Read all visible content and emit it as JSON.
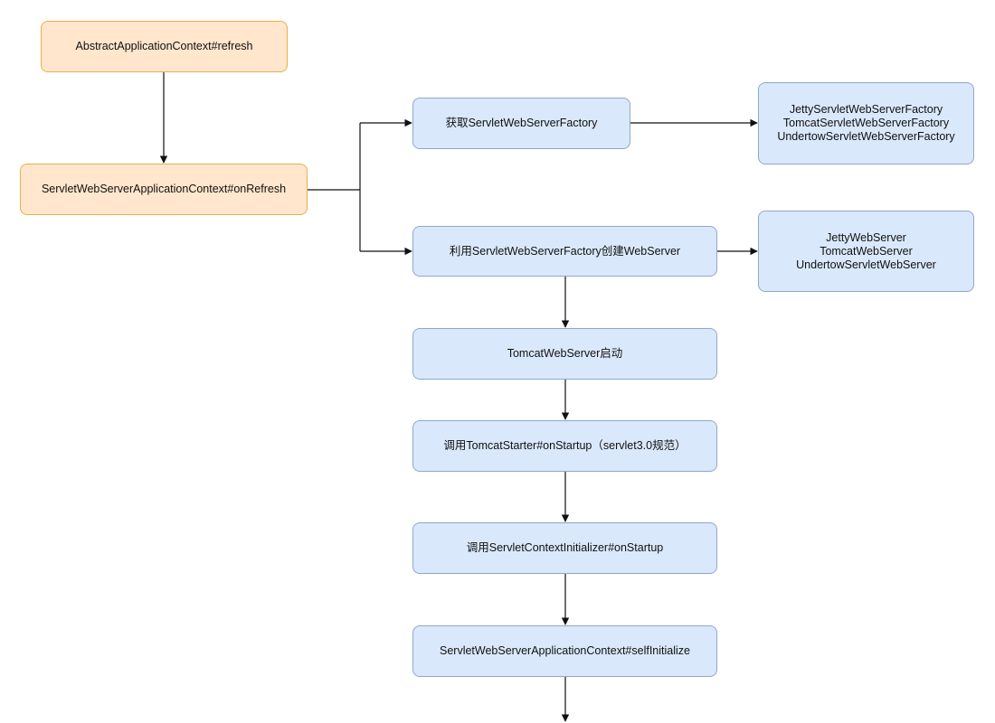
{
  "nodes": {
    "refresh": {
      "label": "AbstractApplicationContext#refresh"
    },
    "on_refresh": {
      "label": "ServletWebServerApplicationContext#onRefresh"
    },
    "get_factory": {
      "label": "获取ServletWebServerFactory"
    },
    "factory_impls": {
      "lines": [
        "JettyServletWebServerFactory",
        "TomcatServletWebServerFactory",
        "UndertowServletWebServerFactory"
      ]
    },
    "create_server": {
      "label": "利用ServletWebServerFactory创建WebServer"
    },
    "server_impls": {
      "lines": [
        "JettyWebServer",
        "TomcatWebServer",
        "UndertowServletWebServer"
      ]
    },
    "tomcat_start": {
      "label": "TomcatWebServer启动"
    },
    "tomcat_starter": {
      "label": "调用TomcatStarter#onStartup（servlet3.0规范）"
    },
    "initializer": {
      "label": "调用ServletContextInitializer#onStartup"
    },
    "self_initialize": {
      "label": "ServletWebServerApplicationContext#selfInitialize"
    }
  },
  "colors": {
    "orange_fill": "#ffe6cc",
    "orange_stroke": "#e8b04a",
    "blue_fill": "#dae8fc",
    "blue_stroke": "#8ea7cc",
    "edge": "#111111"
  }
}
